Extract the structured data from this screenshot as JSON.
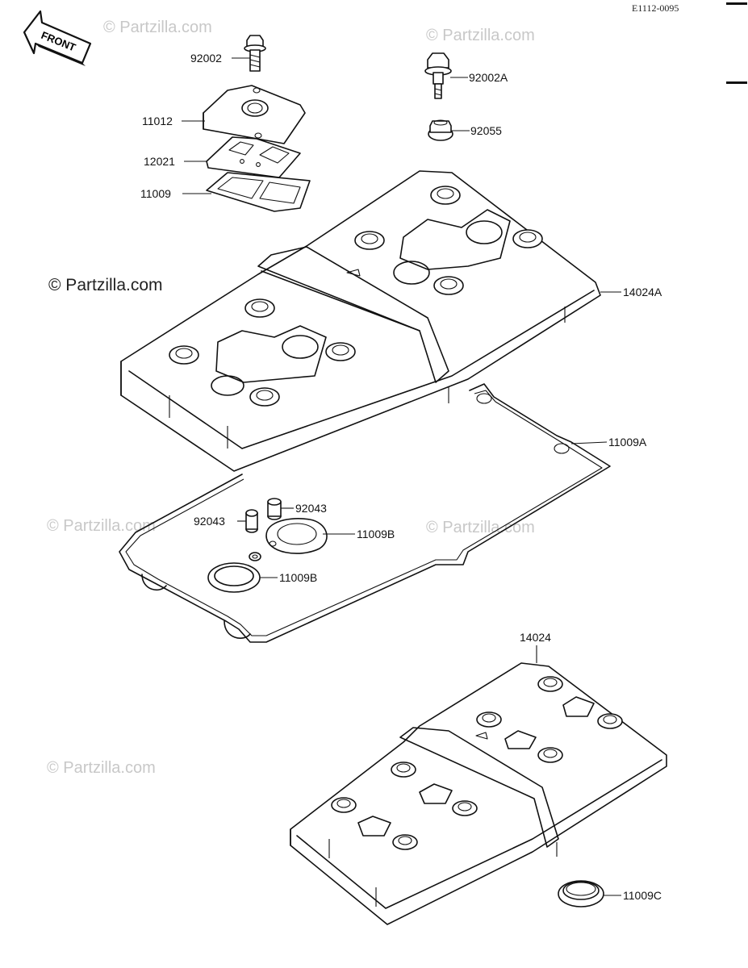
{
  "diagram": {
    "reference_code": "E1112-0095",
    "front_label": "FRONT",
    "watermark": "© Partzilla.com",
    "callouts": [
      {
        "id": "92002",
        "label": "92002"
      },
      {
        "id": "92002A",
        "label": "92002A"
      },
      {
        "id": "11012",
        "label": "11012"
      },
      {
        "id": "92055",
        "label": "92055"
      },
      {
        "id": "12021",
        "label": "12021"
      },
      {
        "id": "11009",
        "label": "11009"
      },
      {
        "id": "14024A",
        "label": "14024A"
      },
      {
        "id": "11009A",
        "label": "11009A"
      },
      {
        "id": "92043-right",
        "label": "92043"
      },
      {
        "id": "92043-left",
        "label": "92043"
      },
      {
        "id": "11009B-upper",
        "label": "11009B"
      },
      {
        "id": "11009B-lower",
        "label": "11009B"
      },
      {
        "id": "14024",
        "label": "14024"
      },
      {
        "id": "11009C",
        "label": "11009C"
      }
    ]
  }
}
